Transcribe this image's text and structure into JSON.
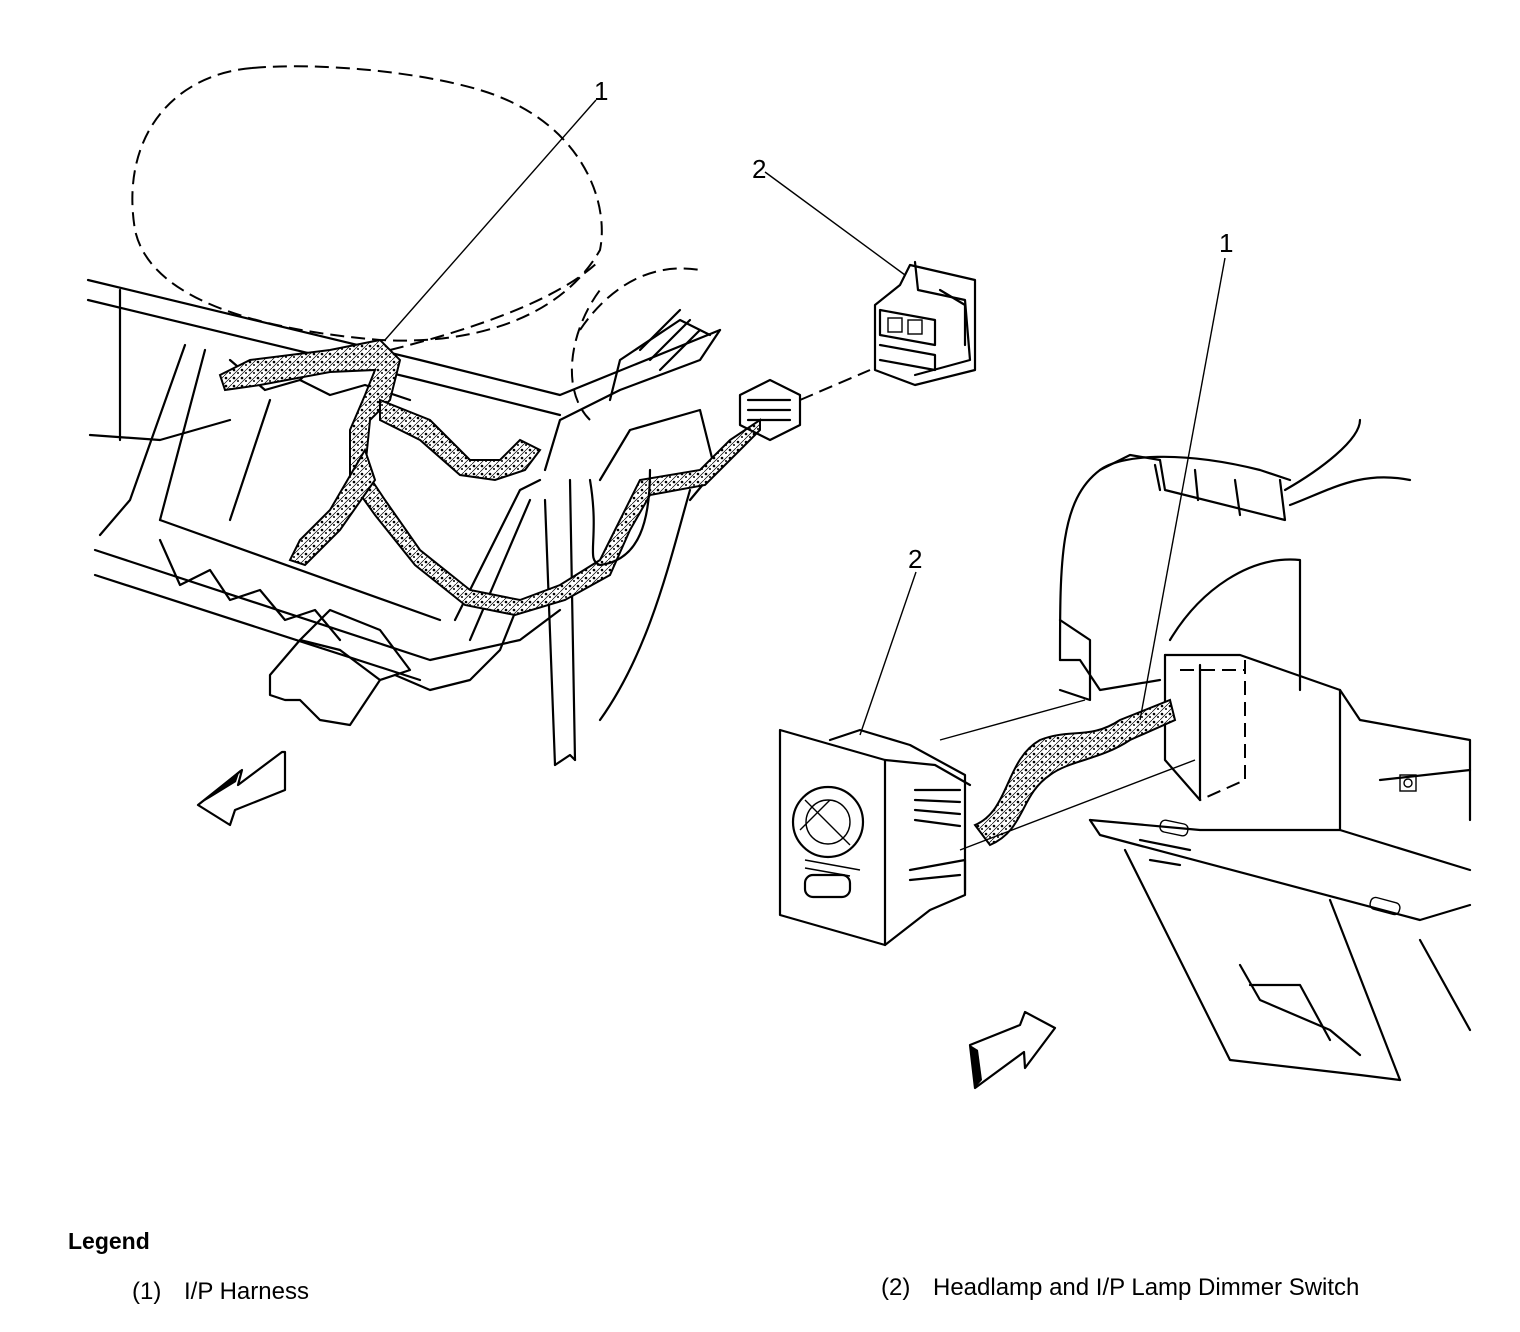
{
  "callouts": {
    "left_harness": "1",
    "left_switch": "2",
    "right_harness": "1",
    "right_switch": "2"
  },
  "legend": {
    "title": "Legend",
    "items": [
      {
        "number": "(1)",
        "label": "I/P Harness"
      },
      {
        "number": "(2)",
        "label": "Headlamp and I/P Lamp Dimmer Switch"
      }
    ]
  }
}
